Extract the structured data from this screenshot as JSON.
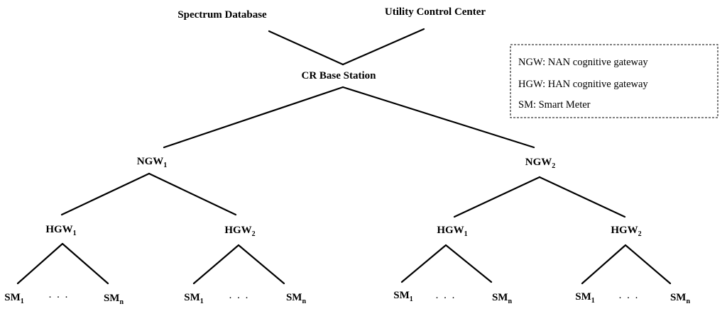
{
  "top": {
    "spectrum_database": "Spectrum Database",
    "utility_control_center": "Utility Control Center",
    "base_station": "CR Base Station"
  },
  "legend": [
    "NGW: NAN cognitive gateway",
    "HGW: HAN cognitive gateway",
    "SM: Smart Meter"
  ],
  "ngw": {
    "base": "NGW",
    "subs": [
      "1",
      "2"
    ]
  },
  "hgw": {
    "base": "HGW",
    "subs": [
      "1",
      "2",
      "1",
      "2"
    ]
  },
  "sm": {
    "base": "SM",
    "first_sub": "1",
    "last_sub": "n",
    "ellipsis": ". . ."
  }
}
